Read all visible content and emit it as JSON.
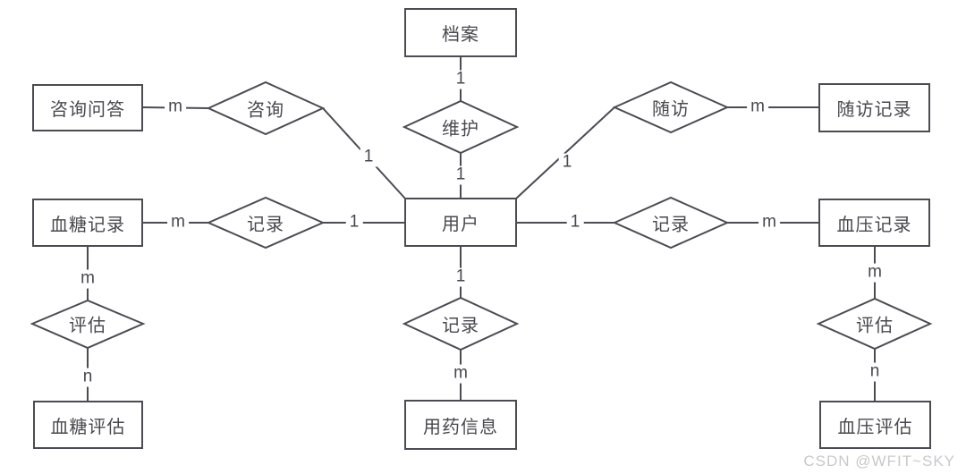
{
  "diagram": {
    "title_hint": "ER diagram",
    "entities": [
      {
        "id": "archive",
        "label": "档案"
      },
      {
        "id": "consult-qa",
        "label": "咨询问答"
      },
      {
        "id": "followup-records",
        "label": "随访记录"
      },
      {
        "id": "glucose-records",
        "label": "血糖记录"
      },
      {
        "id": "user",
        "label": "用户"
      },
      {
        "id": "bp-records",
        "label": "血压记录"
      },
      {
        "id": "glucose-eval",
        "label": "血糖评估"
      },
      {
        "id": "medication-info",
        "label": "用药信息"
      },
      {
        "id": "bp-eval",
        "label": "血压评估"
      }
    ],
    "relationships": [
      {
        "label": "维护",
        "between": [
          "档案",
          "用户"
        ],
        "cardinality": [
          "1",
          "1"
        ]
      },
      {
        "label": "咨询",
        "between": [
          "咨询问答",
          "用户"
        ],
        "cardinality": [
          "m",
          "1"
        ]
      },
      {
        "label": "随访",
        "between": [
          "用户",
          "随访记录"
        ],
        "cardinality": [
          "1",
          "m"
        ]
      },
      {
        "label": "记录",
        "between": [
          "血糖记录",
          "用户"
        ],
        "cardinality": [
          "m",
          "1"
        ]
      },
      {
        "label": "记录",
        "between": [
          "用户",
          "血压记录"
        ],
        "cardinality": [
          "1",
          "m"
        ]
      },
      {
        "label": "评估",
        "between": [
          "血糖记录",
          "血糖评估"
        ],
        "cardinality": [
          "m",
          "n"
        ]
      },
      {
        "label": "记录",
        "between": [
          "用户",
          "用药信息"
        ],
        "cardinality": [
          "1",
          "m"
        ]
      },
      {
        "label": "评估",
        "between": [
          "血压记录",
          "血压评估"
        ],
        "cardinality": [
          "m",
          "n"
        ]
      }
    ],
    "colors": {
      "stroke": "#4b4b53",
      "text": "#48484f",
      "background": "#ffffff",
      "watermark": "#c9c9cd"
    }
  },
  "watermark": "CSDN @WFIT~SKY"
}
